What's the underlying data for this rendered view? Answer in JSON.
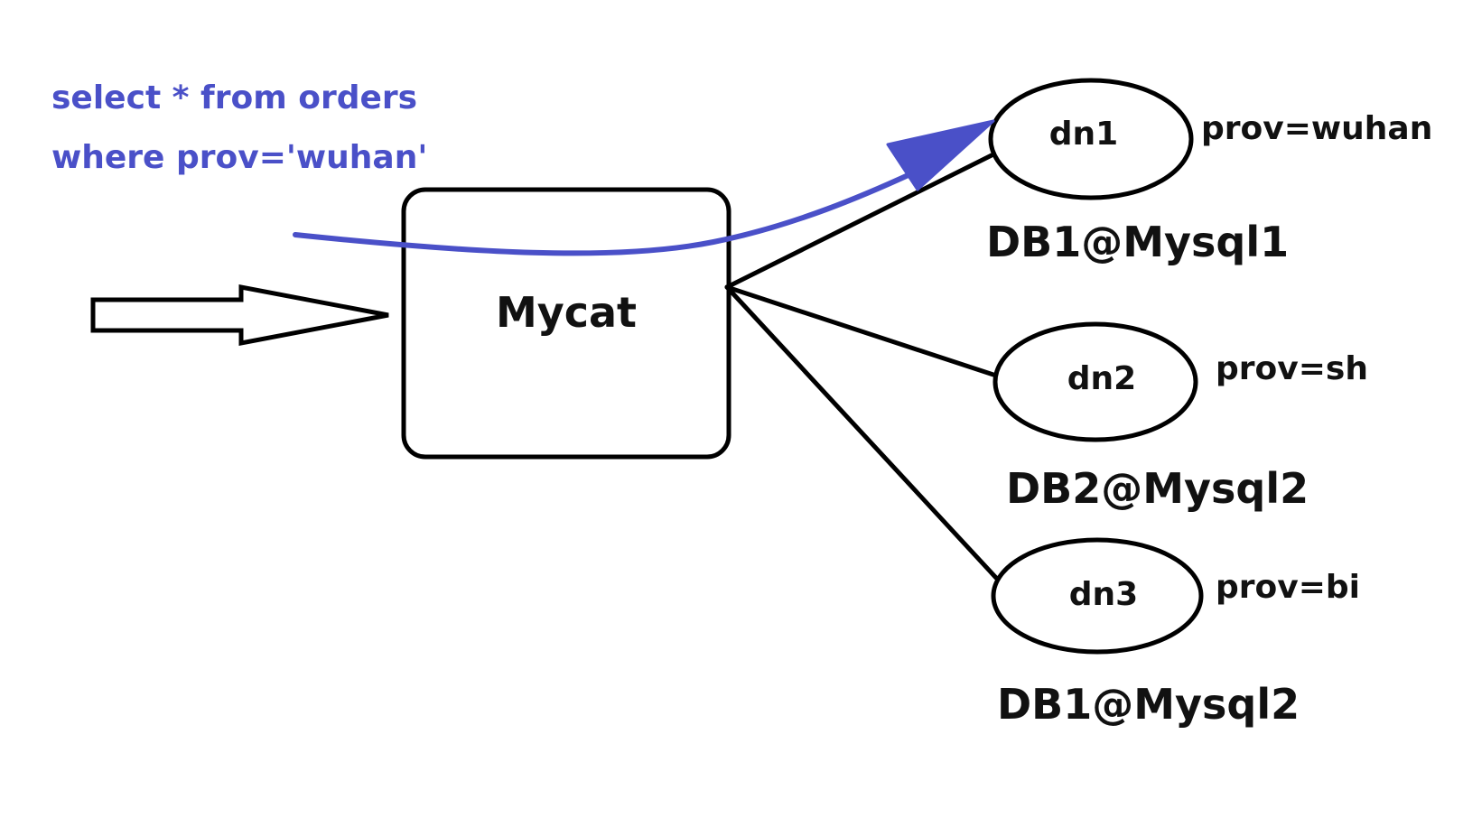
{
  "query": {
    "line1": "select * from orders",
    "line2": "where prov='wuhan'",
    "color": "#4a50c8"
  },
  "proxy": {
    "label": "Mycat"
  },
  "nodes": [
    {
      "id": "dn1",
      "label": "dn1",
      "rule": "prov=wuhan",
      "database": "DB1@Mysql1"
    },
    {
      "id": "dn2",
      "label": "dn2",
      "rule": "prov=sh",
      "database": "DB2@Mysql2"
    },
    {
      "id": "dn3",
      "label": "dn3",
      "rule": "prov=bi",
      "database": "DB1@Mysql2"
    }
  ],
  "colors": {
    "query_route": "#4a50c8",
    "stroke": "#000000"
  }
}
